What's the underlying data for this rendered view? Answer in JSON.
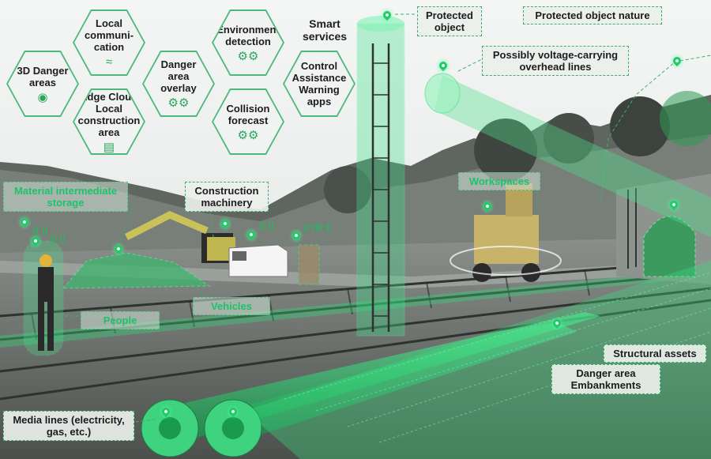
{
  "hexagons": [
    {
      "id": "danger3d",
      "label": "3D Danger areas",
      "icon": "location-pin-icon"
    },
    {
      "id": "localcomm",
      "label": "Local communi-cation",
      "icon": "wifi-icon"
    },
    {
      "id": "edgecloud",
      "label": "Edge Cloud Local construction area",
      "icon": "database-icon"
    },
    {
      "id": "overlay",
      "label": "Danger area overlay",
      "icon": "gears-icon"
    },
    {
      "id": "envdet",
      "label": "Environment detection",
      "icon": "gears-icon"
    },
    {
      "id": "collision",
      "label": "Collision forecast",
      "icon": "gears-icon"
    },
    {
      "id": "control",
      "label": "Control Assistance Warning apps",
      "icon": ""
    }
  ],
  "smart_services": "Smart services",
  "labels": {
    "protected_object": "Protected object",
    "protected_nature": "Protected object nature",
    "overhead_lines": "Possibly voltage-carrying overhead lines",
    "material_storage": "Material intermediate storage",
    "construction_machinery": "Construction machinery",
    "workspaces": "Workspaces",
    "vehicles": "Vehicles",
    "people": "People",
    "structural_assets": "Structural assets",
    "danger_embankments": "Danger area Embankments",
    "media_lines": "Media lines (electricity, gas, etc.)"
  },
  "colors": {
    "accent": "#2ecc71",
    "label_green": "#19c46a",
    "border": "#3fae6a"
  }
}
